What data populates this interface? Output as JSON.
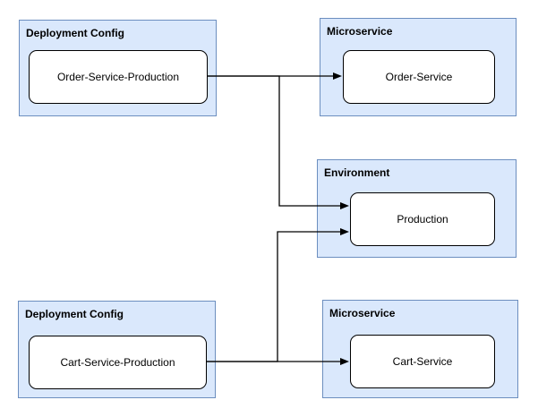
{
  "diagram": {
    "colors": {
      "background": "#ffffff",
      "container_fill": "#dae8fc",
      "container_border": "#6c8ebf",
      "node_fill": "#ffffff",
      "node_border": "#000000",
      "edge_color": "#000000",
      "text_color": "#000000"
    },
    "containers": [
      {
        "label": "Deployment Config",
        "node": "Order-Service-Production"
      },
      {
        "label": "Microservice",
        "node": "Order-Service"
      },
      {
        "label": "Environment",
        "node": "Production"
      },
      {
        "label": "Deployment Config",
        "node": "Cart-Service-Production"
      },
      {
        "label": "Microservice",
        "node": "Cart-Service"
      }
    ],
    "edges": [
      {
        "from": "Order-Service-Production",
        "to": "Order-Service"
      },
      {
        "from": "Order-Service-Production",
        "to": "Production"
      },
      {
        "from": "Cart-Service-Production",
        "to": "Cart-Service"
      },
      {
        "from": "Cart-Service-Production",
        "to": "Production"
      }
    ]
  }
}
